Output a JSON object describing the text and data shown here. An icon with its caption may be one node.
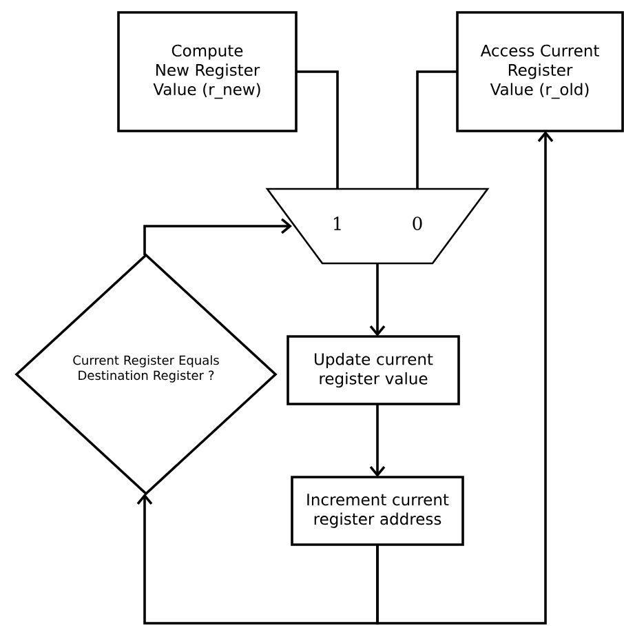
{
  "diagram": {
    "nodes": [
      {
        "text": [
          "Compute New Register Value (r_new)"
        ]
      },
      {
        "text": [
          "Access Current Register Value (r_old)"
        ]
      },
      {
        "text": [
          "1",
          "0"
        ]
      },
      {
        "text": [
          "Current Register Equals Destination Register ?"
        ]
      },
      {
        "text": [
          "Update current register value"
        ]
      },
      {
        "text": [
          "Increment current register address"
        ]
      }
    ],
    "edges": [
      {
        "from": 0,
        "to": 2,
        "arrow": "none"
      },
      {
        "from": 1,
        "to": 2,
        "arrow": "none"
      },
      {
        "from": 3,
        "to": 2,
        "arrow": "to"
      },
      {
        "from": 2,
        "to": 4,
        "arrow": "to"
      },
      {
        "from": 4,
        "to": 5,
        "arrow": "to"
      },
      {
        "from": 5,
        "to": 3,
        "arrow": "to"
      },
      {
        "from": 5,
        "to": 1,
        "arrow": "to"
      }
    ]
  }
}
